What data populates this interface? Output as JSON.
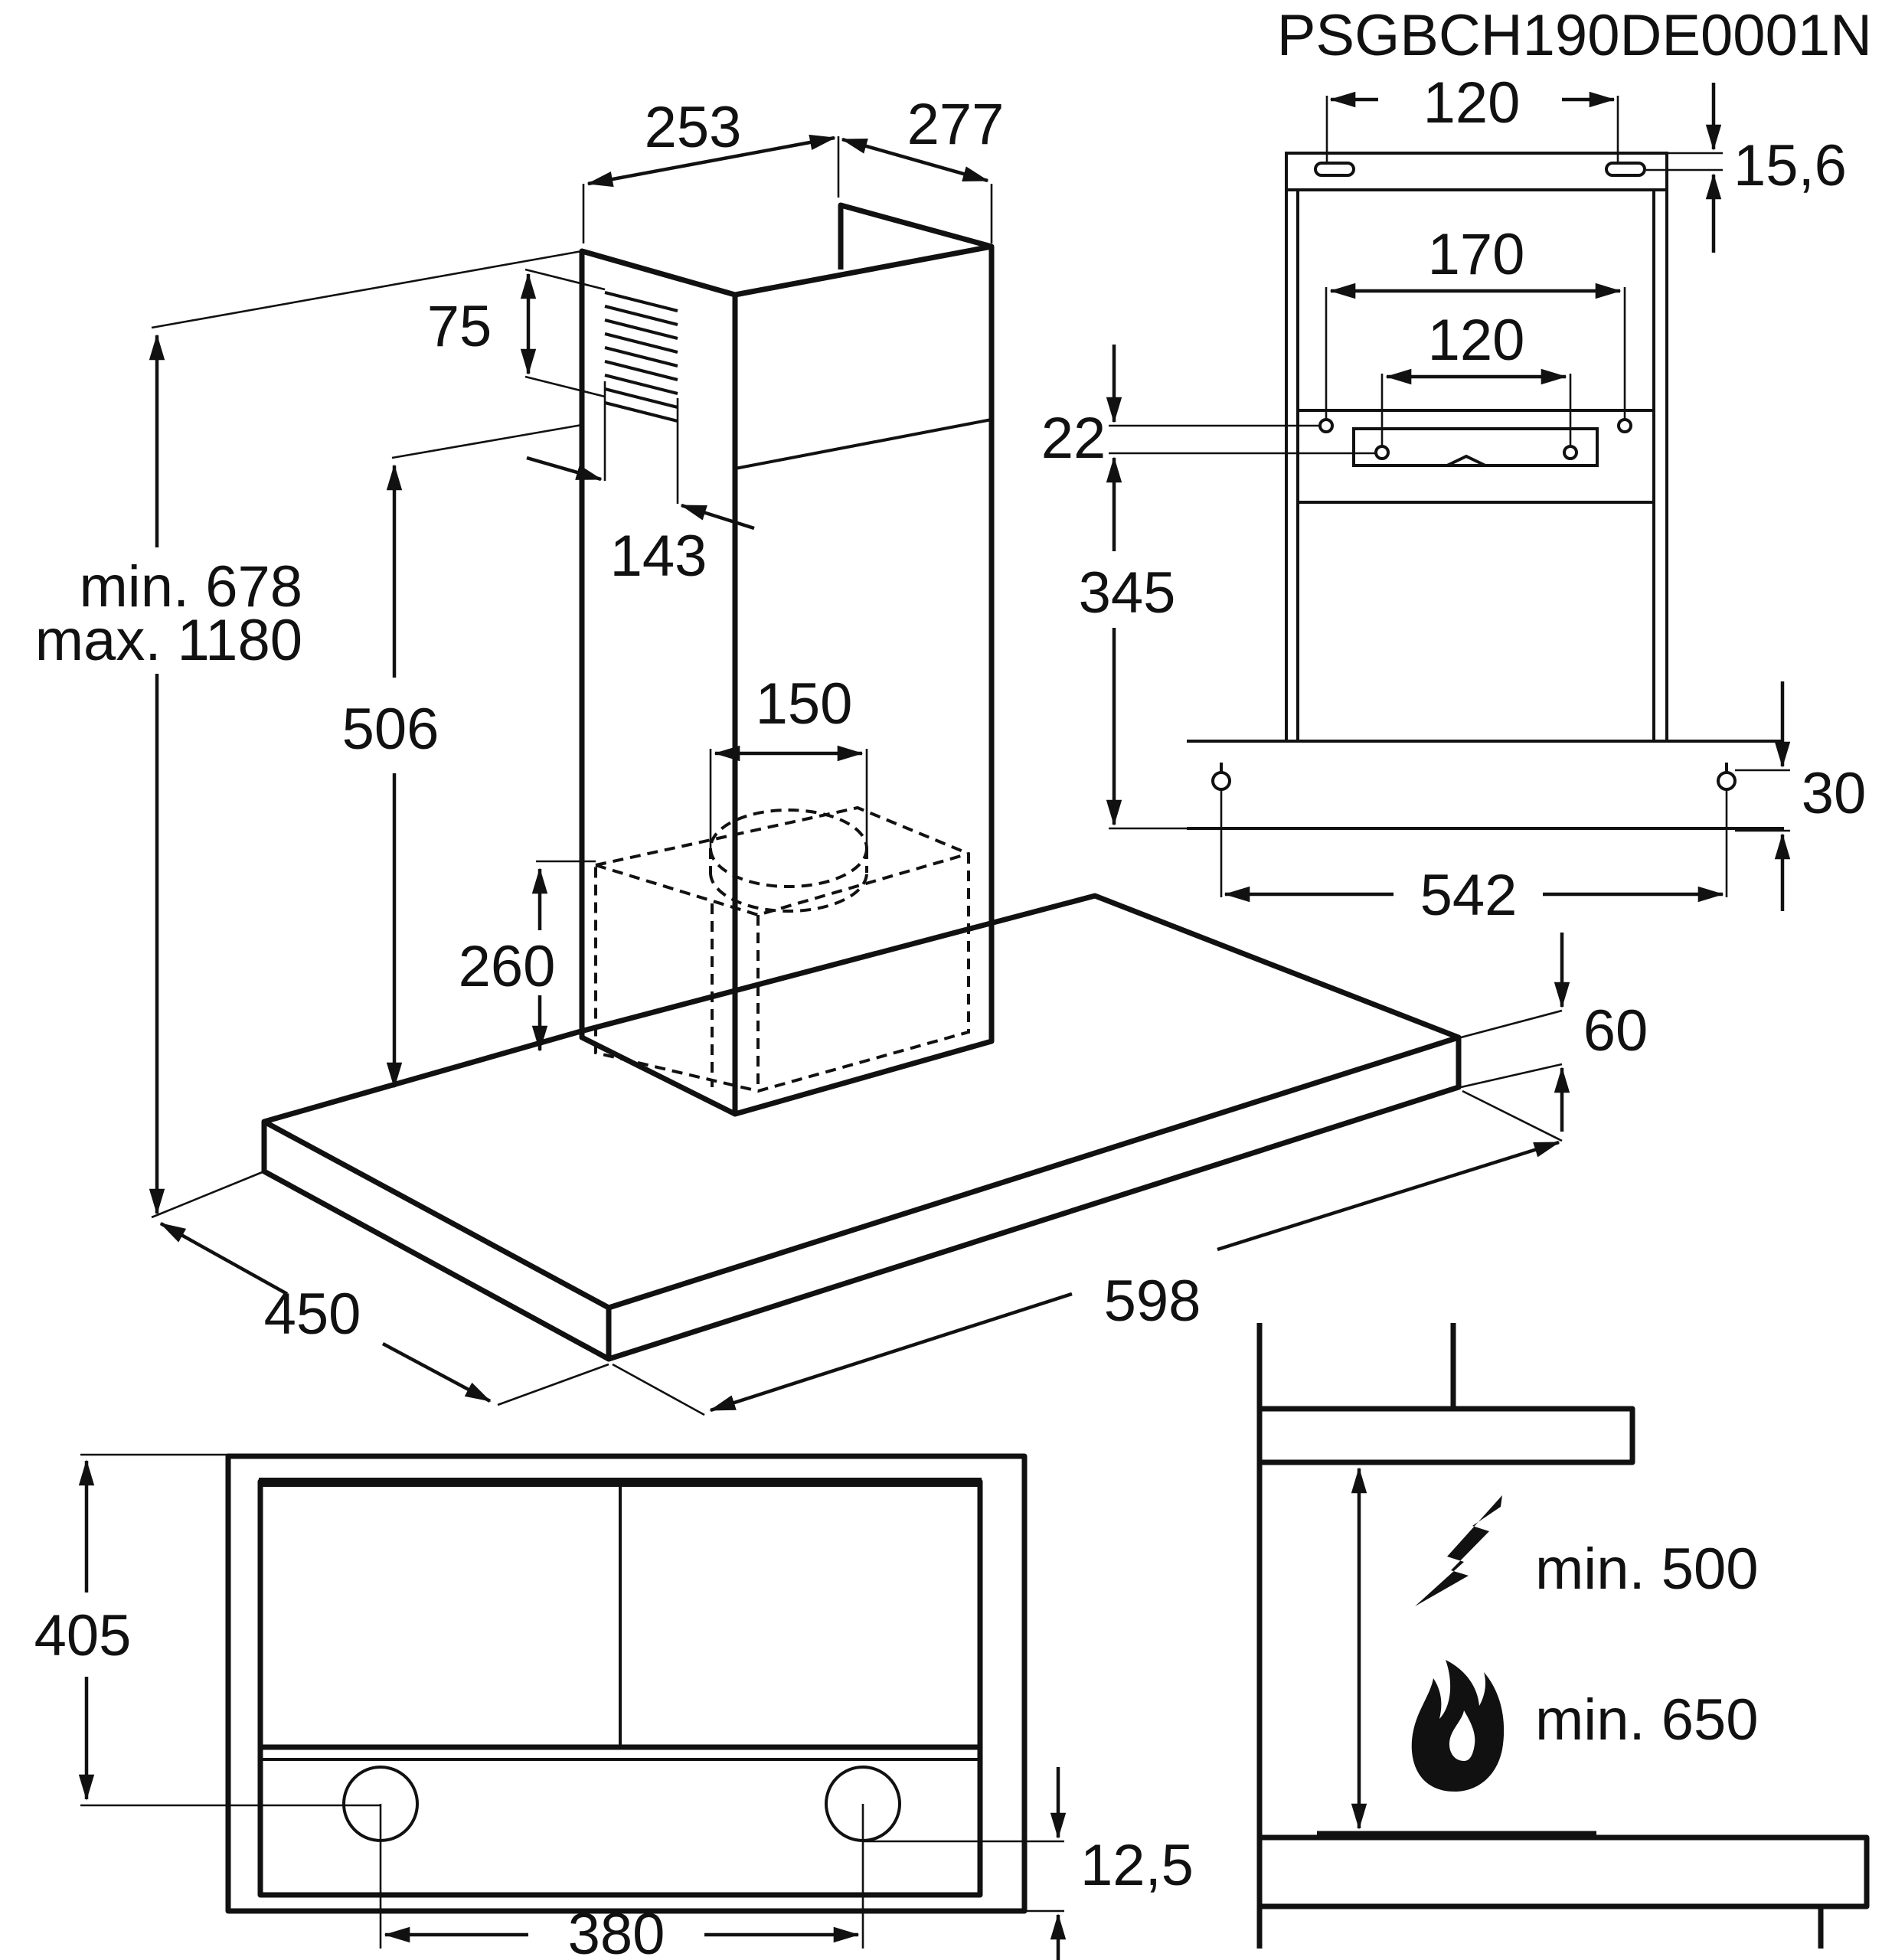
{
  "document": {
    "code": "PSGBCH190DE0001N"
  },
  "main_view": {
    "chimney_depth": "253",
    "chimney_width": "277",
    "vent_height": "75",
    "vent_offset": "143",
    "height_range_min": "min. 678",
    "height_range_max": "max. 1180",
    "chimney_lower": "506",
    "outlet_diameter": "150",
    "motor_height": "260",
    "canopy_thickness": "60",
    "depth": "450",
    "width": "598"
  },
  "bracket_view": {
    "top_spacing": "120",
    "top_offset": "15,6",
    "hole_spacing_outer": "170",
    "hole_spacing_inner": "120",
    "hole_offset": "22",
    "bracket_height": "345",
    "mount_offset": "30",
    "mount_spacing": "542"
  },
  "bottom_view": {
    "depth": "405",
    "light_spacing": "380",
    "light_offset": "12,5"
  },
  "clearance_view": {
    "electric_min": "min. 500",
    "gas_min": "min. 650",
    "electric_icon": "lightning-icon",
    "gas_icon": "flame-icon"
  }
}
